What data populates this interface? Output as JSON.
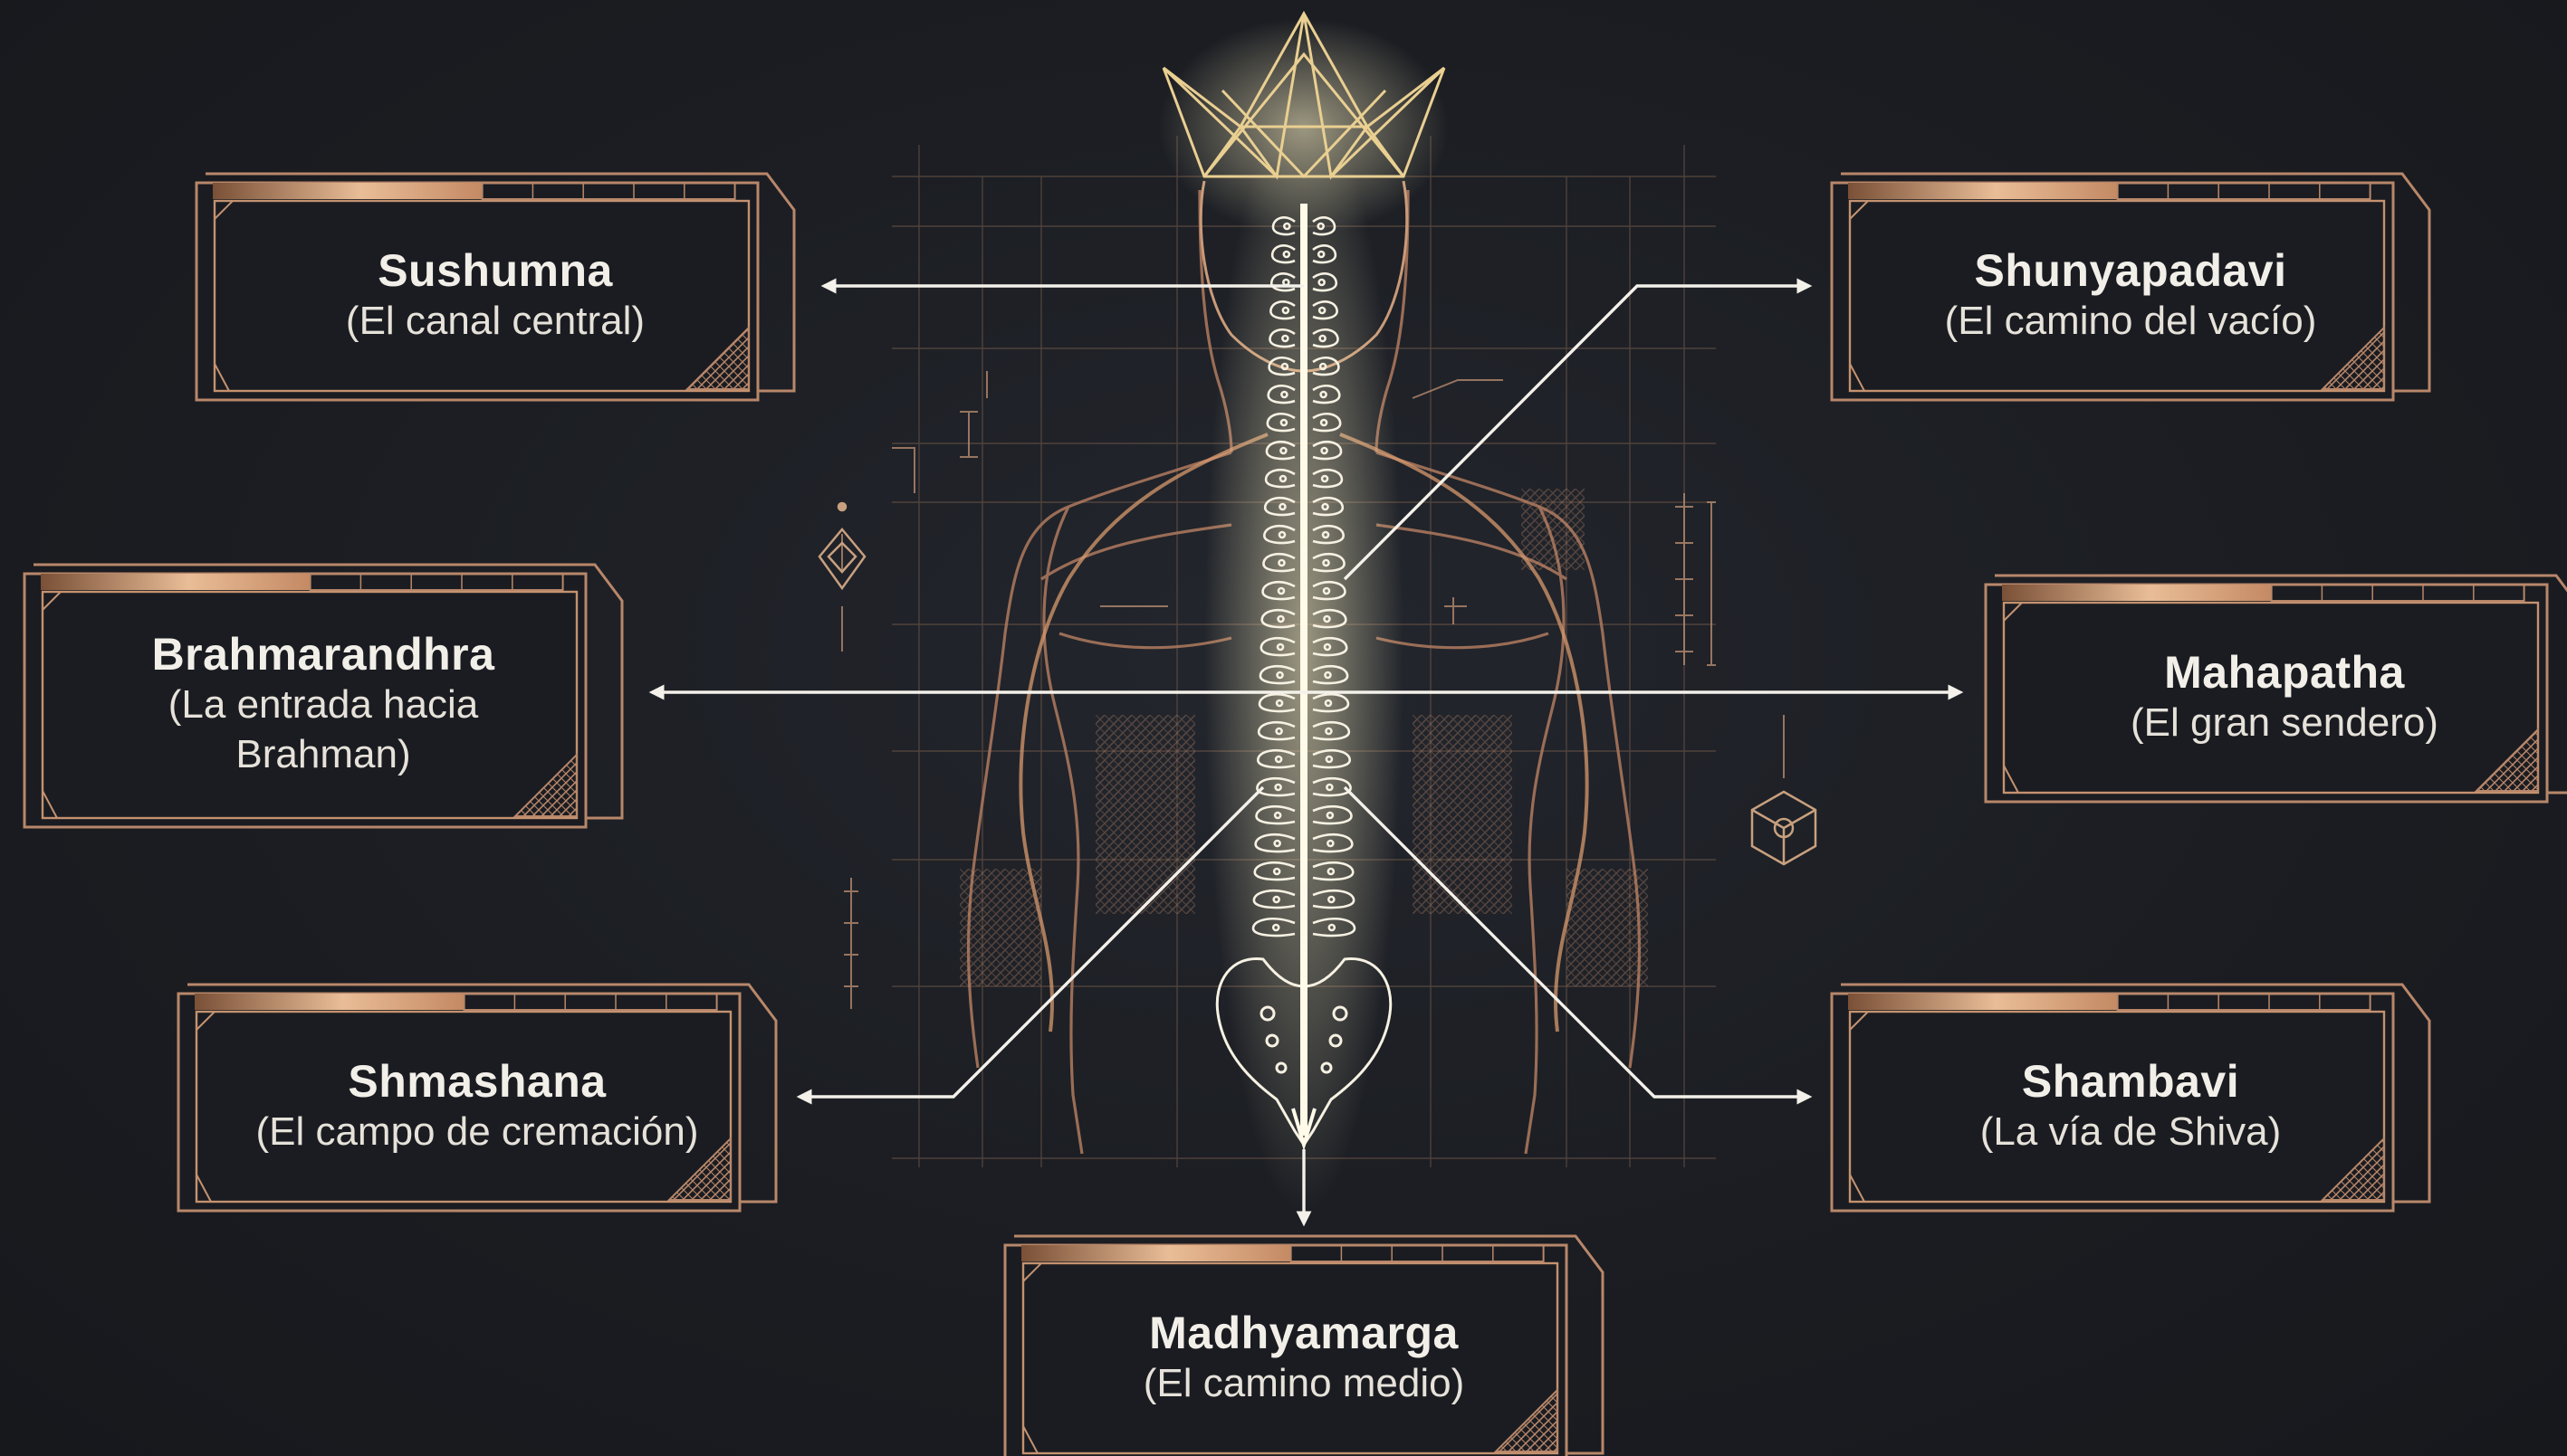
{
  "diagram": {
    "labels": [
      {
        "id": "sushumna",
        "title": "Sushumna",
        "subtitle": "(El canal central)"
      },
      {
        "id": "shunyapadavi",
        "title": "Shunyapadavi",
        "subtitle": "(El camino del vacío)"
      },
      {
        "id": "brahmarandhra",
        "title": "Brahmarandhra",
        "subtitle": "(La entrada hacia Brahman)"
      },
      {
        "id": "mahapatha",
        "title": "Mahapatha",
        "subtitle": "(El gran sendero)"
      },
      {
        "id": "shmashana",
        "title": "Shmashana",
        "subtitle": "(El campo de cremación)"
      },
      {
        "id": "shambavi",
        "title": "Shambavi",
        "subtitle": "(La vía de Shiva)"
      },
      {
        "id": "madhyamarga",
        "title": "Madhyamarga",
        "subtitle": "(El camino medio)"
      }
    ]
  },
  "colors": {
    "background": "#1b1d22",
    "frame": "#b8876a",
    "frame_light": "#e2b48f",
    "glow": "#fff6c8",
    "crown": "#e9cf91",
    "body_outline": "#a8765c",
    "text": "#f2efe9"
  }
}
